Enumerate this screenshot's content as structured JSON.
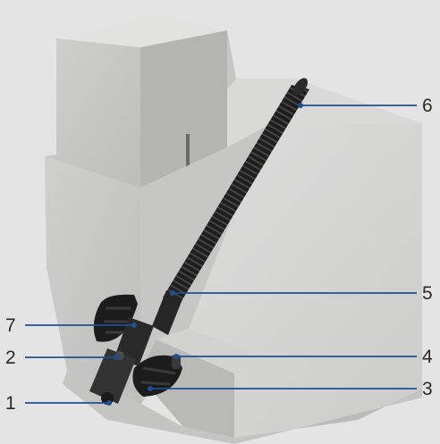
{
  "callouts": [
    {
      "id": "1",
      "label": "1"
    },
    {
      "id": "2",
      "label": "2"
    },
    {
      "id": "3",
      "label": "3"
    },
    {
      "id": "4",
      "label": "4"
    },
    {
      "id": "5",
      "label": "5"
    },
    {
      "id": "6",
      "label": "6"
    },
    {
      "id": "7",
      "label": "7"
    }
  ],
  "colors": {
    "background": "#e4e4e4",
    "leader_line": "#1f4f8f",
    "concrete_light": "#d6d6d4",
    "concrete_mid": "#c2c2c0",
    "concrete_dark": "#a9a9a7",
    "anchor_black": "#1e1e1e"
  }
}
